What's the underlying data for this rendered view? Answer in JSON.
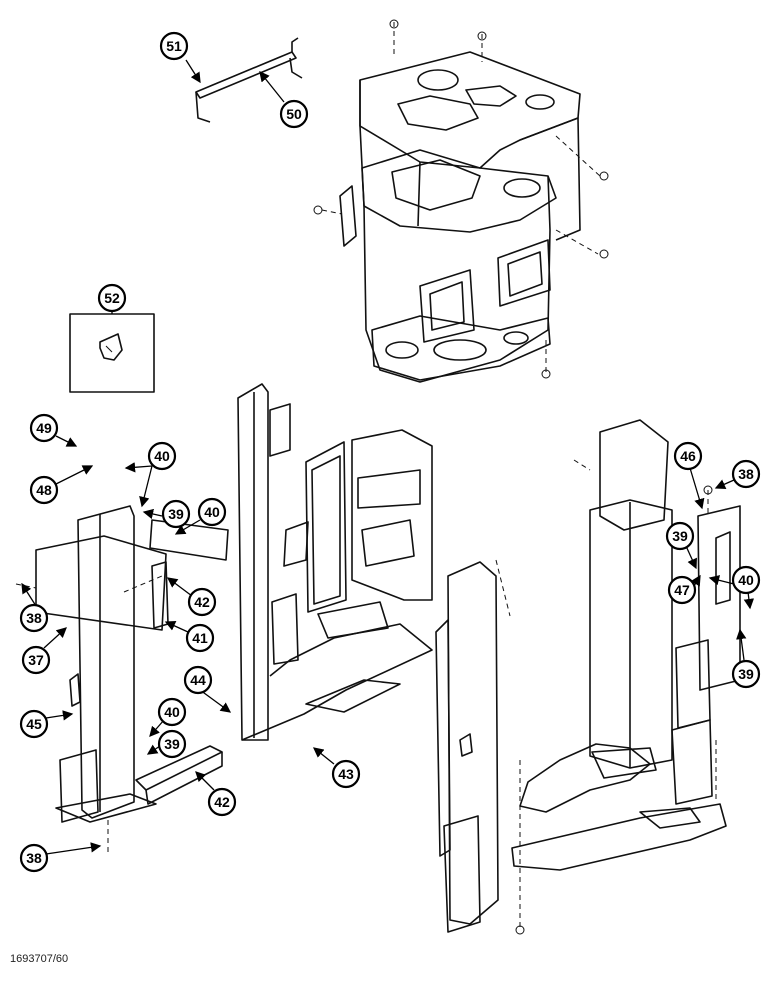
{
  "figure_code": "1693707/60",
  "callouts": [
    "37",
    "38",
    "39",
    "40",
    "41",
    "42",
    "43",
    "44",
    "45",
    "46",
    "47",
    "48",
    "49",
    "50",
    "51",
    "52"
  ]
}
